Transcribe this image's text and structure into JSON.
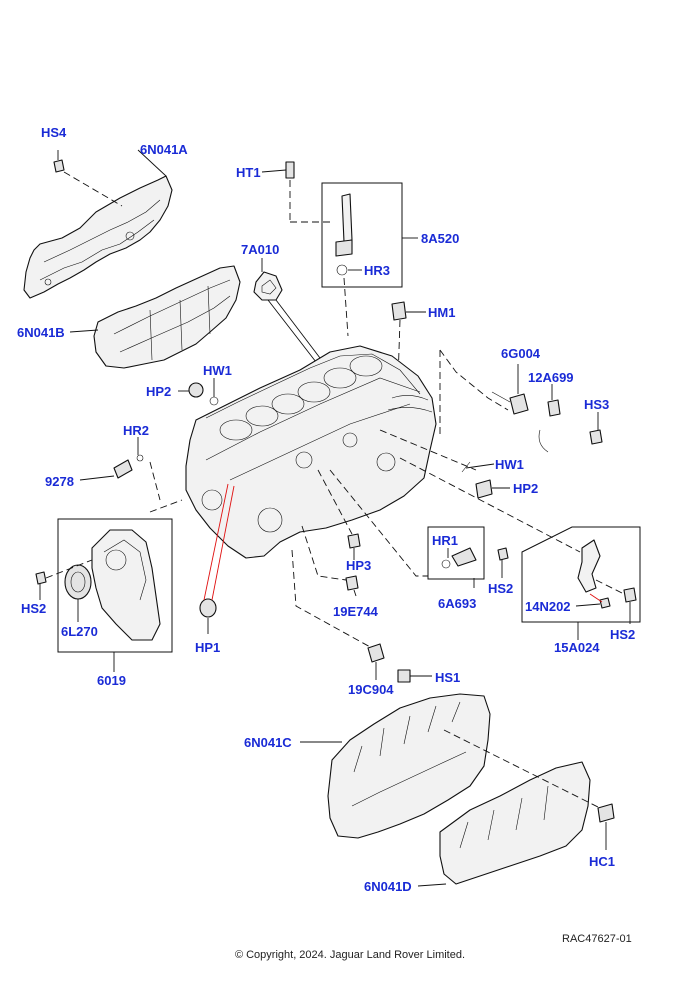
{
  "callouts": {
    "hs4": "HS4",
    "n6n041a": "6N041A",
    "ht1": "HT1",
    "n7a010": "7A010",
    "n8a520": "8A520",
    "hr3": "HR3",
    "hm1": "HM1",
    "n6n041b": "6N041B",
    "hw1_left": "HW1",
    "hp2_left": "HP2",
    "n6g004": "6G004",
    "n12a699": "12A699",
    "hs3": "HS3",
    "hr2": "HR2",
    "hw1_right": "HW1",
    "n9278": "9278",
    "hp2_right": "HP2",
    "hr1": "HR1",
    "hp3": "HP3",
    "hs2_left": "HS2",
    "hs2_mid": "HS2",
    "n6a693": "6A693",
    "n14n202": "14N202",
    "hs2_right": "HS2",
    "n6l270": "6L270",
    "n19e744": "19E744",
    "n15a024": "15A024",
    "hp1": "HP1",
    "n6019": "6019",
    "n19c904": "19C904",
    "hs1": "HS1",
    "n6n041c": "6N041C",
    "hc1": "HC1",
    "n6n041d": "6N041D"
  },
  "figure_id": "RAC47627-01",
  "copyright": "© Copyright, 2024. Jaguar Land Rover Limited."
}
